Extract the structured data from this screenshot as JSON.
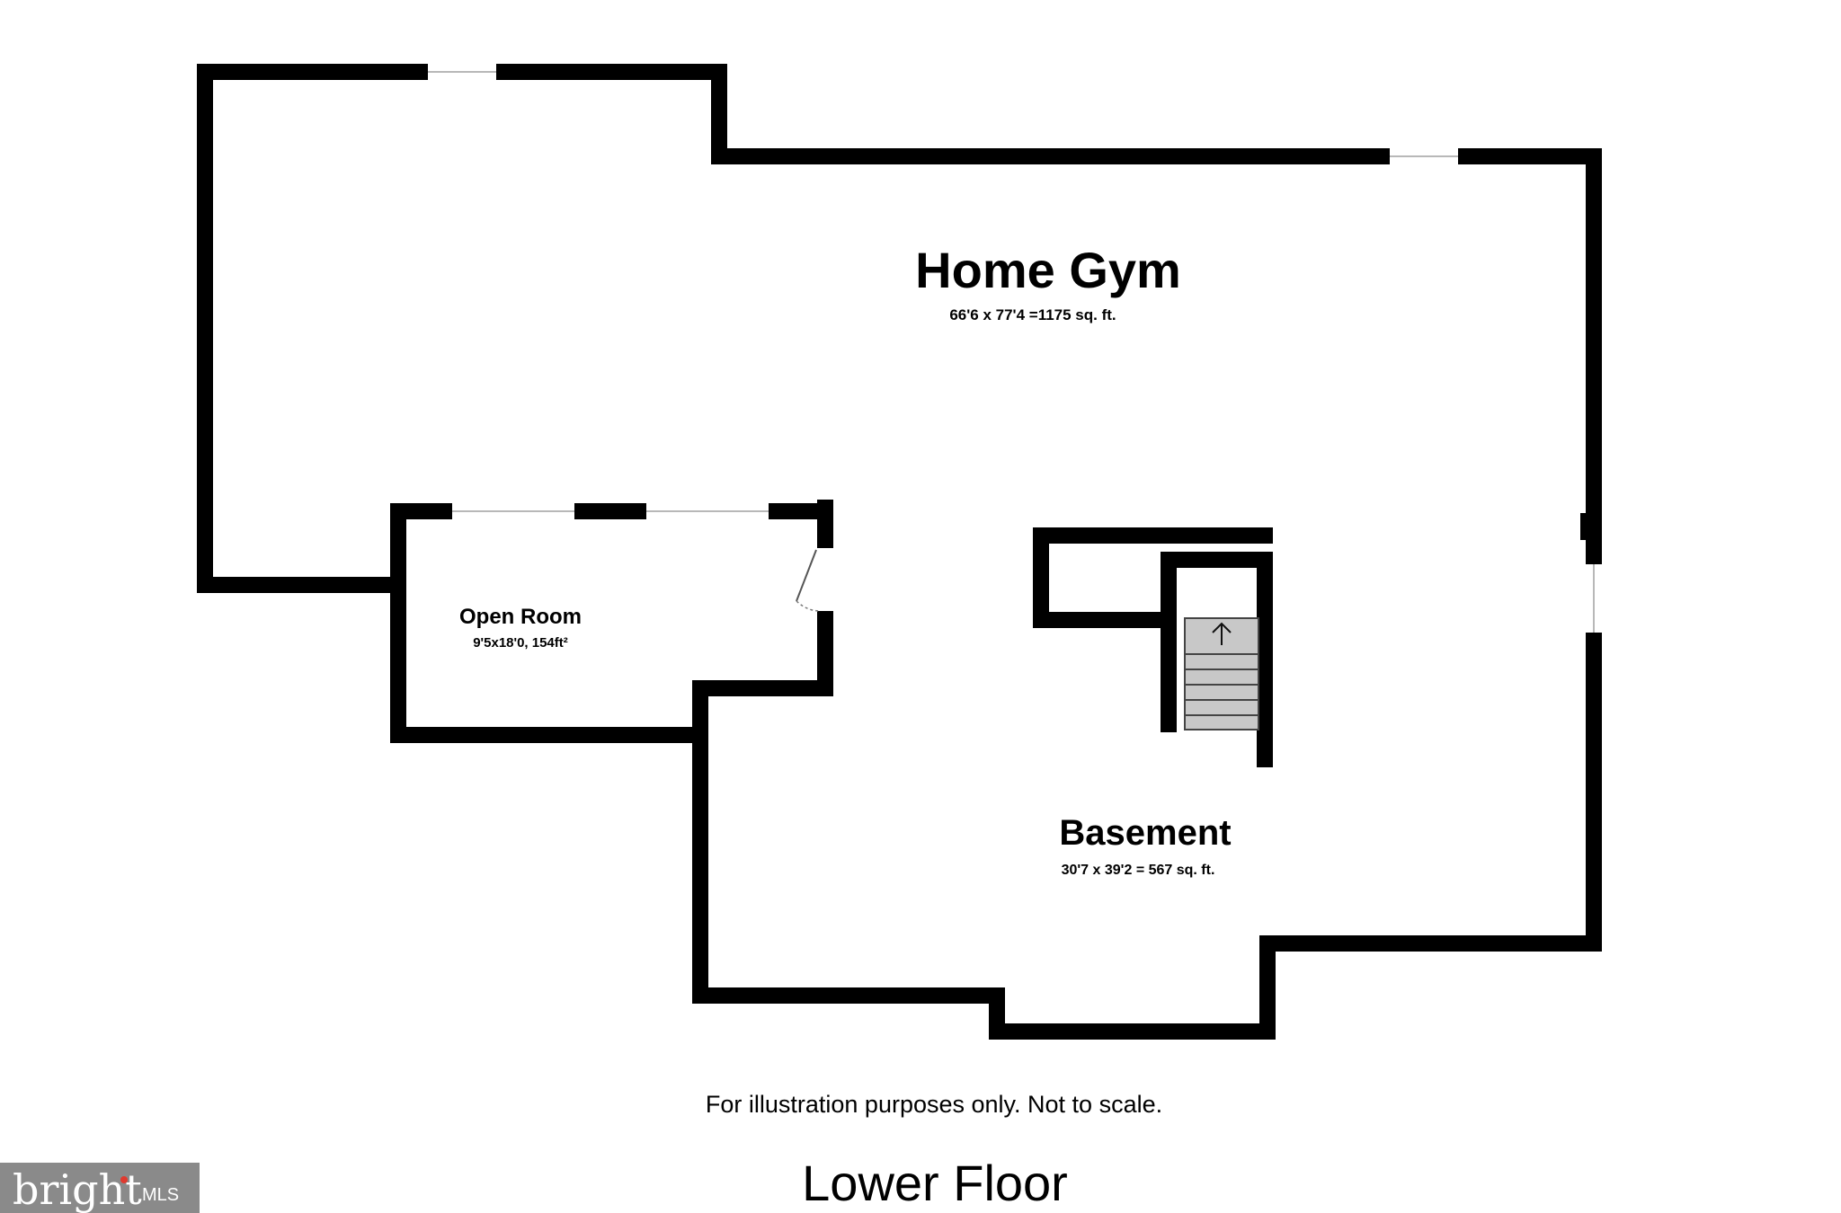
{
  "rooms": {
    "home_gym": {
      "name": "Home Gym",
      "dimensions": "66'6 x 77'4 =1175 sq. ft."
    },
    "open_room": {
      "name": "Open Room",
      "dimensions": "9'5x18'0, 154ft²"
    },
    "basement": {
      "name": "Basement",
      "dimensions": "30'7 x 39'2 = 567 sq. ft."
    }
  },
  "disclaimer": "For illustration purposes only. Not to scale.",
  "floor_label": "Lower Floor",
  "watermark": {
    "brand": "bright",
    "suffix": "MLS"
  },
  "colors": {
    "wall": "#000000",
    "logo_background": "#8a8a8a",
    "stairs": "#c8c8c8"
  },
  "icons": [
    "stairs-up-arrow-icon",
    "door-swing-icon"
  ]
}
